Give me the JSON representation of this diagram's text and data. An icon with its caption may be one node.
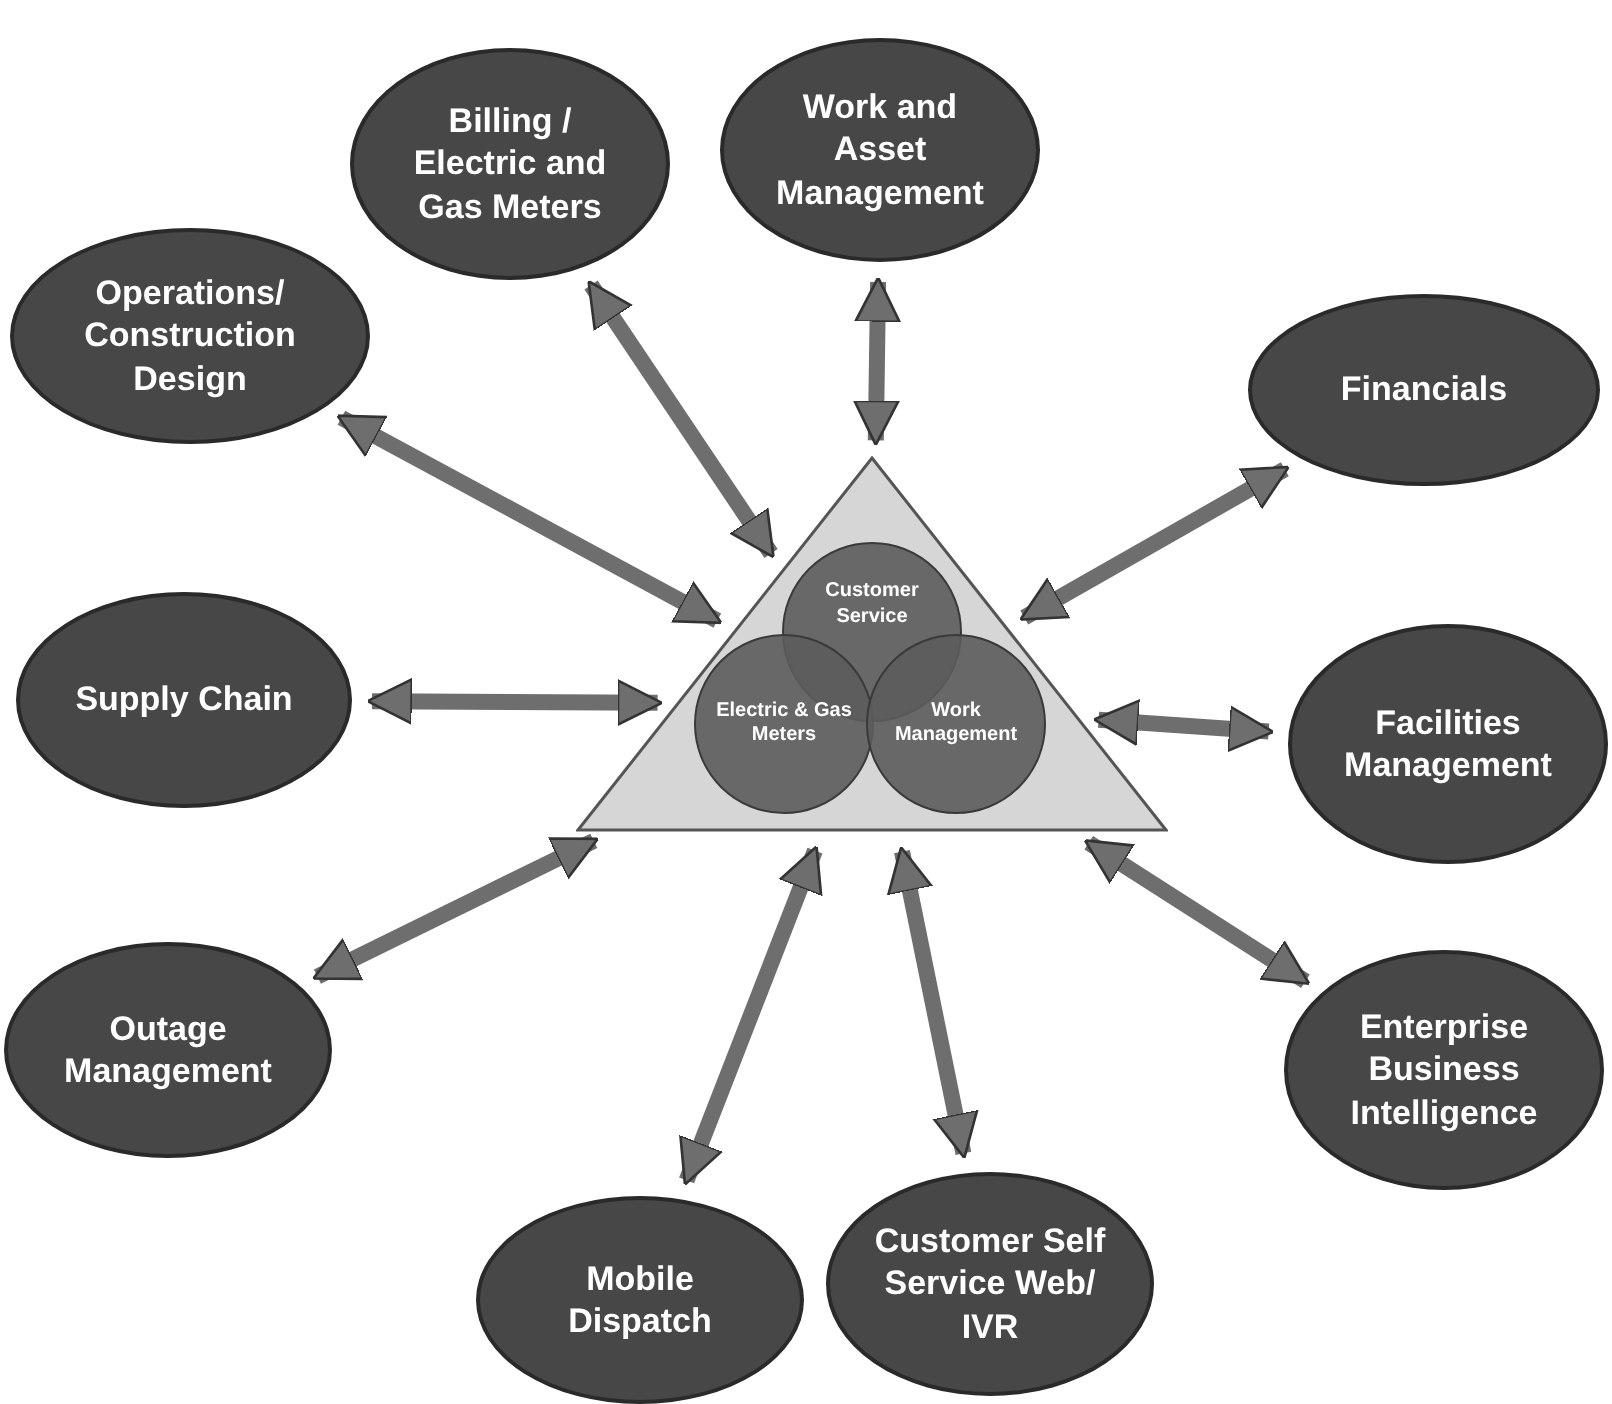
{
  "diagram": {
    "nodes": [
      {
        "text": [],
        "shape": "triangle"
      },
      {
        "text": [
          "Customer Service"
        ],
        "in": 0
      },
      {
        "text": [
          "Electric & Gas Meters"
        ],
        "in": 0
      },
      {
        "text": [
          "Work Management"
        ],
        "in": 0
      },
      {
        "text": [
          "Billing / Electric and Gas Meters"
        ]
      },
      {
        "text": [
          "Work and Asset Management"
        ]
      },
      {
        "text": [
          "Operations/ Construction Design"
        ]
      },
      {
        "text": [
          "Financials"
        ]
      },
      {
        "text": [
          "Supply Chain"
        ]
      },
      {
        "text": [
          "Facilities Management"
        ]
      },
      {
        "text": [
          "Outage Management"
        ]
      },
      {
        "text": [
          "Enterprise Business Intelligence"
        ]
      },
      {
        "text": [
          "Mobile Dispatch"
        ]
      },
      {
        "text": [
          "Customer Self Service Web/ IVR"
        ]
      }
    ],
    "edges": [
      {
        "from": 4,
        "to": 0,
        "arrow": "both"
      },
      {
        "from": 5,
        "to": 0,
        "arrow": "both"
      },
      {
        "from": 6,
        "to": 0,
        "arrow": "both"
      },
      {
        "from": 7,
        "to": 0,
        "arrow": "both"
      },
      {
        "from": 8,
        "to": 0,
        "arrow": "both"
      },
      {
        "from": 9,
        "to": 0,
        "arrow": "both"
      },
      {
        "from": 10,
        "to": 0,
        "arrow": "both"
      },
      {
        "from": 11,
        "to": 0,
        "arrow": "both"
      },
      {
        "from": 12,
        "to": 0,
        "arrow": "both"
      },
      {
        "from": 13,
        "to": 0,
        "arrow": "both"
      }
    ]
  }
}
